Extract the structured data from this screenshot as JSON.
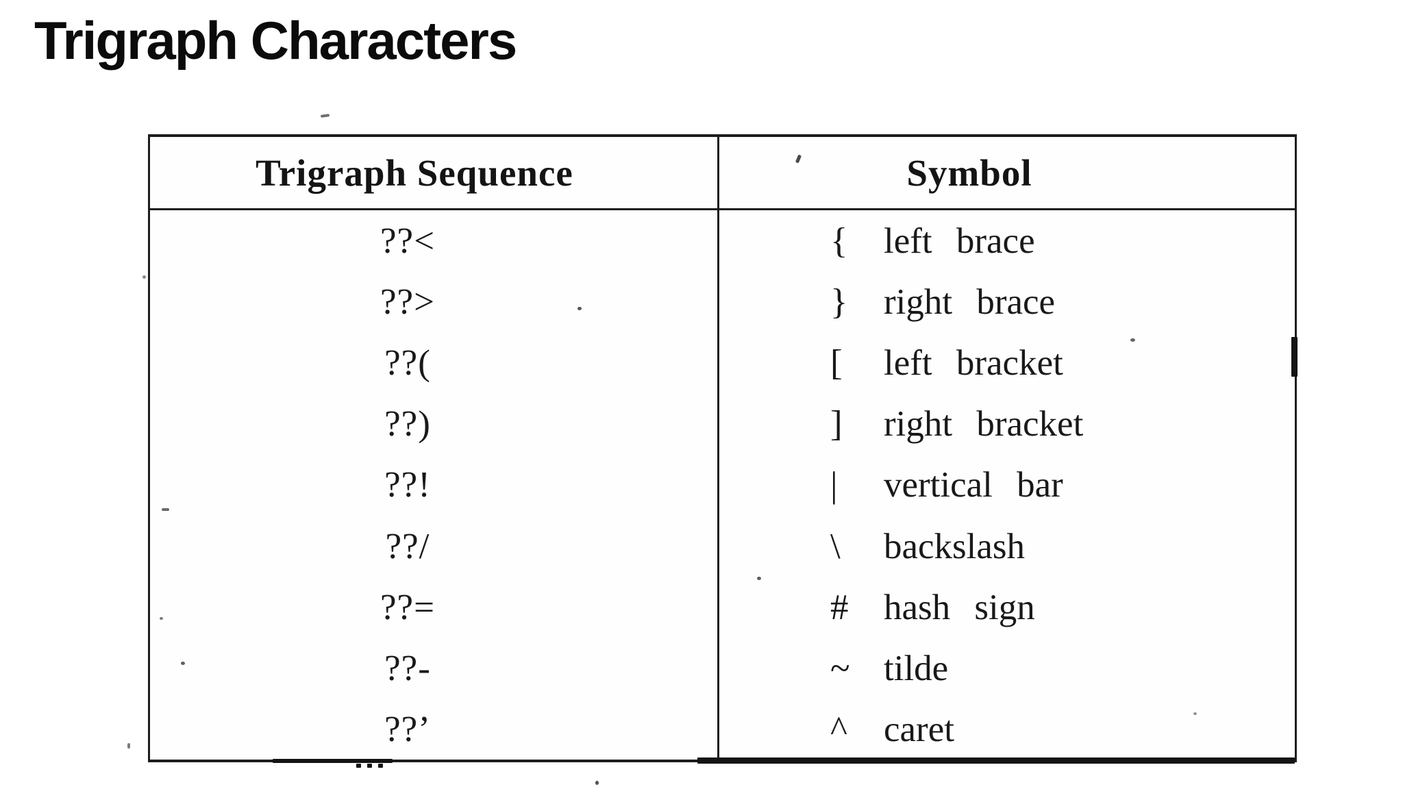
{
  "slide": {
    "title": "Trigraph Characters"
  },
  "colors": {
    "paper": "#ffffff",
    "ink": "#1d1d1d"
  },
  "table": {
    "columns": [
      "Trigraph Sequence",
      "Symbol"
    ],
    "rows": [
      {
        "sequence": "??<",
        "symbol": "{",
        "symbol_name": "left brace"
      },
      {
        "sequence": "??>",
        "symbol": "}",
        "symbol_name": "right brace"
      },
      {
        "sequence": "??(",
        "symbol": "[",
        "symbol_name": "left bracket"
      },
      {
        "sequence": "??)",
        "symbol": "]",
        "symbol_name": "right bracket"
      },
      {
        "sequence": "??!",
        "symbol": "|",
        "symbol_name": "vertical bar"
      },
      {
        "sequence": "??/",
        "symbol": "\\",
        "symbol_name": "backslash"
      },
      {
        "sequence": "??=",
        "symbol": "#",
        "symbol_name": "hash sign"
      },
      {
        "sequence": "??-",
        "symbol": "~",
        "symbol_name": "tilde"
      },
      {
        "sequence": "??’",
        "symbol": "^",
        "symbol_name": "caret"
      }
    ]
  }
}
